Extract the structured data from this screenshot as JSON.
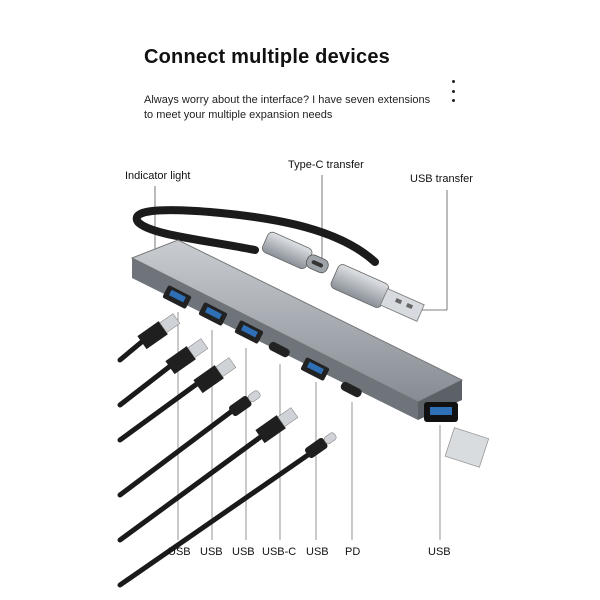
{
  "heading": {
    "title": "Connect multiple devices",
    "subtitle_line1": "Always worry about the interface? I have seven extensions",
    "subtitle_line2": "to meet your multiple expansion needs"
  },
  "menu": {
    "icon": "kebab-menu-icon"
  },
  "callouts": {
    "indicator": "Indicator light",
    "typec": "Type-C transfer",
    "usb": "USB transfer"
  },
  "ports": [
    {
      "label": "USB"
    },
    {
      "label": "USB"
    },
    {
      "label": "USB"
    },
    {
      "label": "USB-C"
    },
    {
      "label": "USB"
    },
    {
      "label": "PD"
    },
    {
      "label": "USB"
    }
  ],
  "colors": {
    "hub_body": "#8f959c",
    "hub_top": "#b9bec4",
    "port_blue": "#2f6fb5",
    "cable": "#1a1a1a"
  }
}
